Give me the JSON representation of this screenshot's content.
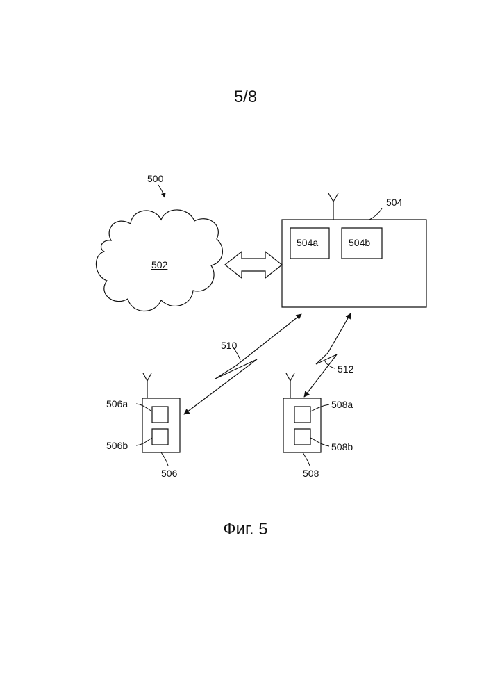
{
  "page_number": "5/8",
  "figure_caption": "Фиг. 5",
  "diagram": {
    "system_ref": "500",
    "network": {
      "ref": "502"
    },
    "base_station": {
      "ref": "504",
      "module_a": "504a",
      "module_b": "504b"
    },
    "device_1": {
      "ref": "506",
      "module_a": "506a",
      "module_b": "506b"
    },
    "device_2": {
      "ref": "508",
      "module_a": "508a",
      "module_b": "508b"
    },
    "link_1": {
      "ref": "510"
    },
    "link_2": {
      "ref": "512"
    }
  }
}
